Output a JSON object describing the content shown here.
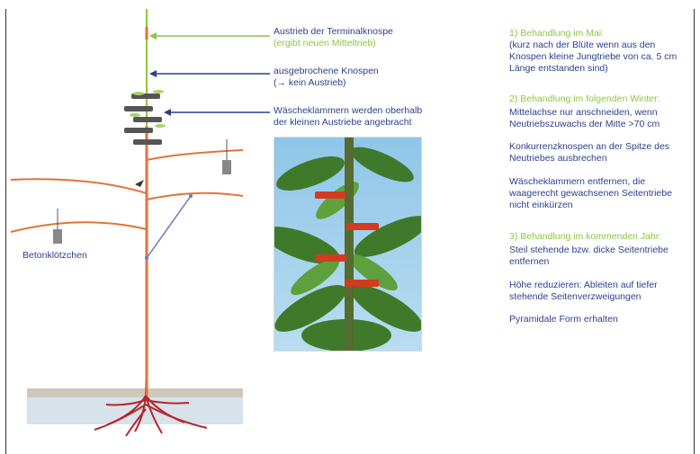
{
  "labels": {
    "terminal": "Austrieb der Terminalknospe",
    "terminal_sub": "(ergibt neuen Mitteltrieb)",
    "buds": "ausgebrochene Knospen",
    "buds_sub": "(→ kein Austrieb)",
    "clamps_1": "Wäscheklammern werden oberhalb",
    "clamps_2": "der kleinen Austriebe angebracht",
    "concrete": "Betonklötzchen"
  },
  "right": {
    "h1": "1) Behandlung im Mai:",
    "p1": [
      "(kurz nach der Blüte wenn aus den",
      "Knospen kleine Jungtriebe von ca. 5 cm",
      "Länge entstanden sind)"
    ],
    "h2": "2) Behandlung im folgenden Winter:",
    "p2a": [
      "Mittelachse nur anschneiden, wenn",
      "Neutriebszuwachs der Mitte >70 cm"
    ],
    "p2b": [
      "Konkurrenzknospen an der Spitze des",
      "Neutriebes ausbrechen"
    ],
    "p2c": [
      "Wäscheklammern entfernen, die",
      "waagerecht gewachsenen Seitentriebe",
      "nicht einkürzen"
    ],
    "h3": "3) Behandlung im kommenden Jahr:",
    "p3a": [
      "Steil stehende bzw. dicke Seitentriebe",
      "entfernen"
    ],
    "p3b": [
      "Höhe reduzieren: Ableiten auf tiefer",
      "stehende Seitenverzweigungen"
    ],
    "p3c": "Pyramidale Form erhalten"
  },
  "colors": {
    "label_blue": "#2b3f8c",
    "heading_green": "#8cc63f",
    "branch_orange": "#e3733a",
    "root_red": "#b5262a",
    "clip_red": "#d63a1e"
  }
}
